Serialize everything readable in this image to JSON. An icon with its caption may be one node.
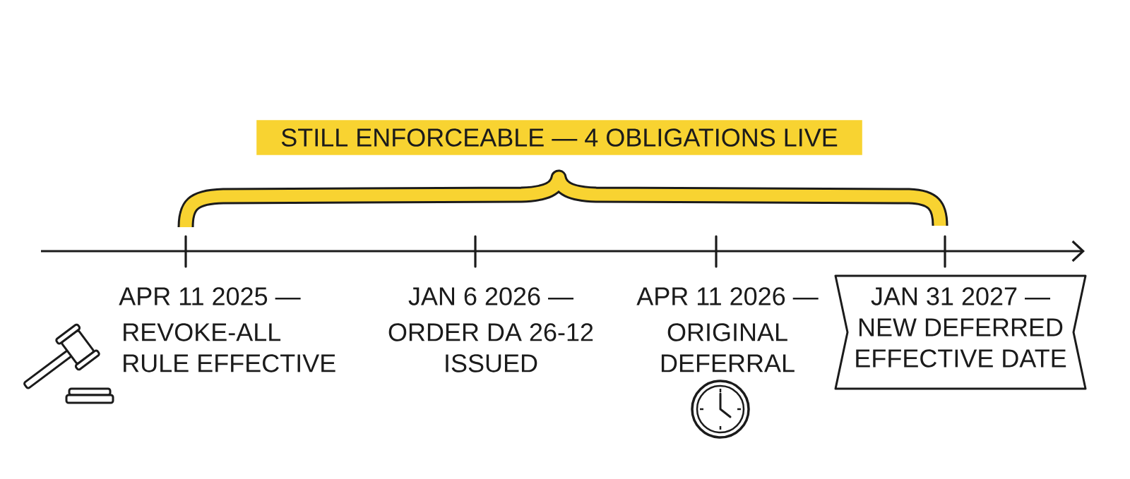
{
  "diagram": {
    "nodes": [
      {
        "text": [
          "STILL ENFORCEABLE — 4 OBLIGATIONS LIVE"
        ]
      },
      {
        "text": [
          "JAN 31 2027 —",
          "NEW DEFERRED EFFECTIVE DATE"
        ]
      }
    ],
    "labels": [
      "APR 11 2025 —",
      "REVOKE-ALL RULE EFFECTIVE",
      "JAN 6 2026 —",
      "ORDER DA 26-12 ISSUED",
      "APR 11 2026 —",
      "ORIGINAL DEFERRAL"
    ]
  }
}
